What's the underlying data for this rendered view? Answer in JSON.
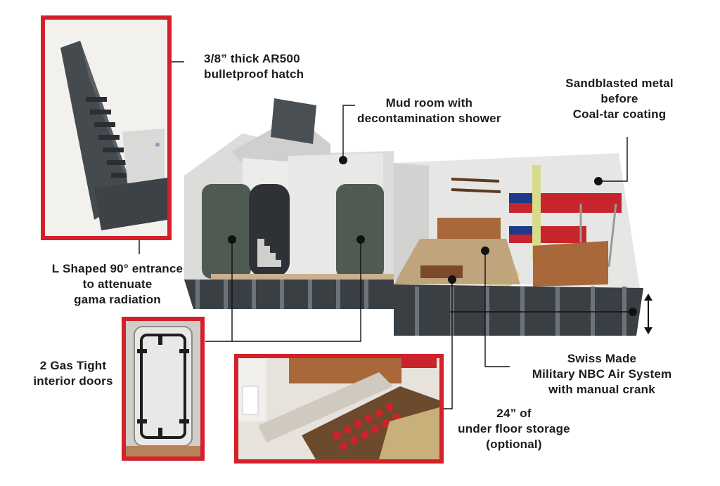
{
  "colors": {
    "frame_red": "#d3202a",
    "leader": "#111111",
    "steel_dark": "#3a3f44",
    "wall_light": "#e4e4e2",
    "wood": "#a8683a",
    "flag_red": "#c8242b",
    "flag_blue": "#1f3a8a"
  },
  "callouts": {
    "hatch": [
      "3/8” thick AR500",
      "bulletproof hatch"
    ],
    "mudroom": [
      "Mud room with",
      "decontamination shower"
    ],
    "sandblast": [
      "Sandblasted metal",
      "before",
      "Coal-tar coating"
    ],
    "entrance": [
      "L Shaped 90° entrance",
      "to attenuate",
      "gama radiation"
    ],
    "doors": [
      "2 Gas Tight",
      "interior doors"
    ],
    "air": [
      "Swiss Made",
      "Military NBC Air System",
      "with manual crank"
    ],
    "storage": [
      "24” of",
      "under floor storage",
      "(optional)"
    ]
  }
}
